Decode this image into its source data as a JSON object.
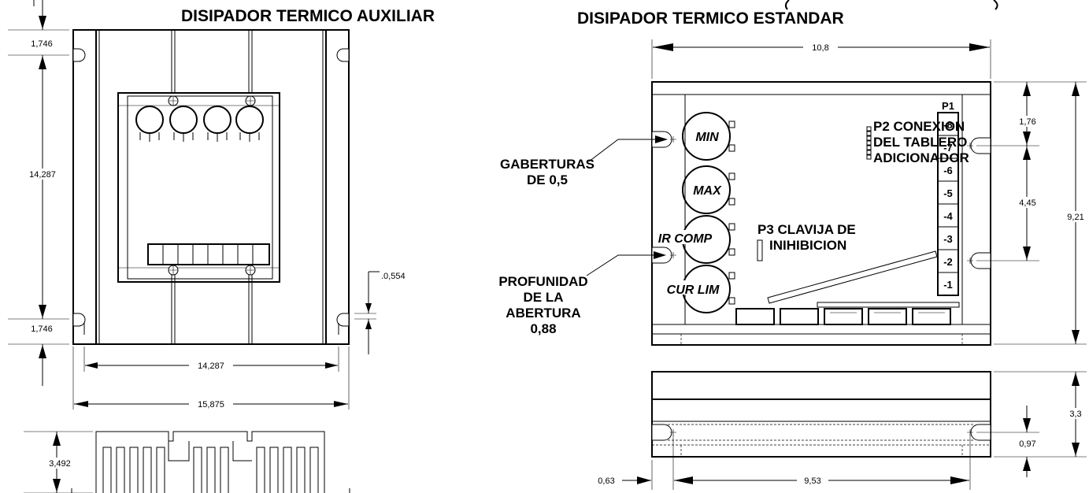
{
  "titles": {
    "left": "DISIPADOR TERMICO AUXILIAR",
    "right": "DISIPADOR TERMICO ESTANDAR",
    "right_clipped": "( )"
  },
  "left_dims": {
    "top_slot": "1,746",
    "height": "14,287",
    "bottom_slot": "1,746",
    "slot_width": ".0,554",
    "inner_width": "14,287",
    "outer_width": "15,875",
    "fin_height": "3,492"
  },
  "right_dims": {
    "width": "10,8",
    "top_to_hole": "1,76",
    "hole_spacing": "4,45",
    "height": "9,21",
    "side_height": "3,3",
    "side_hole": "0,97",
    "hole_offset": "0,63",
    "hole_pitch": "9,53"
  },
  "labels": {
    "gab_line1": "GABERTURAS",
    "gab_line2": "DE 0,5",
    "prof_line1": "PROFUNIDAD",
    "prof_line2": "DE LA",
    "prof_line3": "ABERTURA",
    "prof_line4": "0,88",
    "p2_line1": "P2 CONEXION",
    "p2_line2": "DEL TABLERO",
    "p2_line3": "ADICIONADOR",
    "p3_line1": "P3 CLAVIJA DE",
    "p3_line2": "INIHIBICION",
    "p1": "P1"
  },
  "pots": [
    "MIN",
    "MAX",
    "IR COMP",
    "CUR LIM"
  ],
  "terminals": [
    "-8",
    "-7",
    "-6",
    "-5",
    "-4",
    "-3",
    "-2",
    "-1"
  ]
}
